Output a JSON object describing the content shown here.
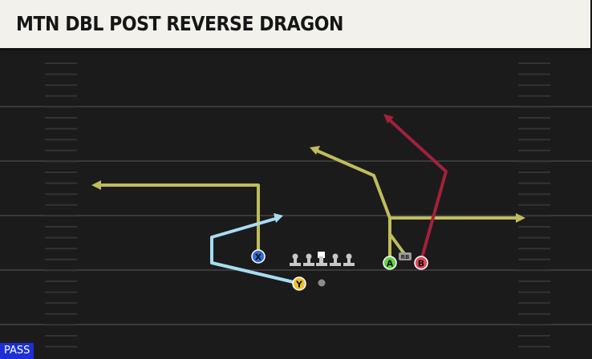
{
  "play": {
    "title": "MTN DBL POST REVERSE DRAGON",
    "type_tag": "PASS"
  },
  "players": {
    "x": "X",
    "y": "Y",
    "a": "A",
    "b": "B",
    "rb": "RB"
  },
  "colors": {
    "field": "#1b1b1c",
    "yard_line": "#3a3a3c",
    "route_x": "#bfbd5c",
    "route_y": "#a8dcef",
    "route_a": "#bfbd5c",
    "route_b": "#a3213a",
    "player_x": "#2f6fd6",
    "player_y": "#f0c030",
    "player_a": "#66d14a",
    "player_b": "#e0495c",
    "pass_tag": "#1d2fd6"
  }
}
